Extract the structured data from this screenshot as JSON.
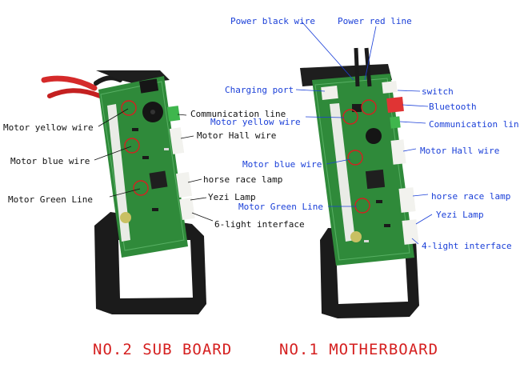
{
  "colors": {
    "label_dark": "#111111",
    "label_blue": "#1a3fd8",
    "caption_red": "#d52020",
    "pcb_green": "#2f8a3a"
  },
  "sub_board": {
    "labels": {
      "communication_line": "Communication line",
      "motor_yellow_wire": "Motor yellow wire",
      "motor_hall_wire": "Motor Hall wire",
      "motor_blue_wire": "Motor blue wire",
      "horse_race_lamp": "horse race lamp",
      "yezi_lamp": "Yezi Lamp",
      "motor_green_line": "Motor Green Line",
      "light_interface": "6-light interface"
    }
  },
  "motherboard": {
    "labels": {
      "power_black_wire": "Power black wire",
      "power_red_line": "Power red line",
      "charging_port": "Charging port",
      "switch": "switch",
      "bluetooth": "Bluetooth",
      "motor_yellow_wire": "Motor yellow wire",
      "communication_line": "Communication lin",
      "motor_hall_wire": "Motor Hall wire",
      "motor_blue_wire": "Motor blue wire",
      "horse_race_lamp": "horse race lamp",
      "motor_green_line": "Motor Green Line",
      "yezi_lamp": "Yezi Lamp",
      "light_interface": "4-light interface"
    }
  },
  "captions": {
    "sub_board": "NO.2 SUB BOARD",
    "motherboard": "NO.1 MOTHERBOARD"
  }
}
